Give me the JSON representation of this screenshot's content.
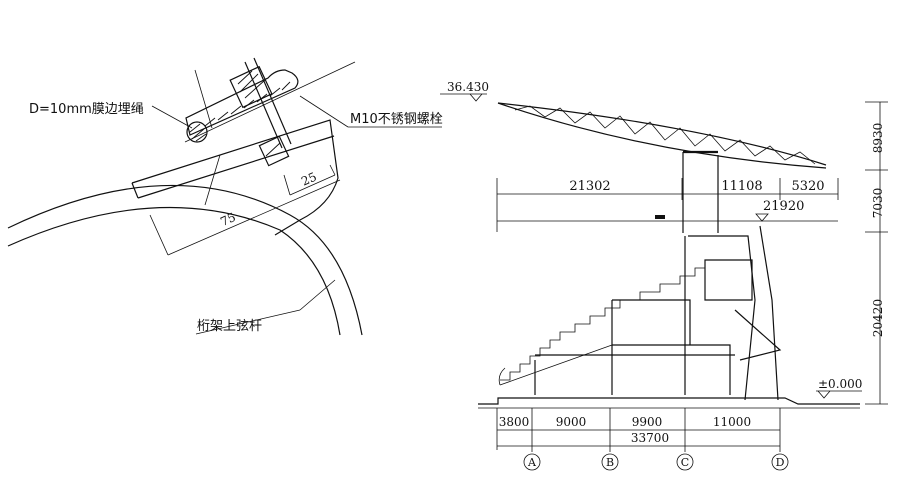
{
  "detail": {
    "rope_label": "D=10mm膜边埋绳",
    "bolt_label": "M10不锈钢螺栓",
    "truss_label": "桁架上弦杆",
    "dim_25": "25",
    "dim_75": "75"
  },
  "section": {
    "top_elevation": "36.430",
    "zero_elevation": "±0.000",
    "elev_21920": "21920",
    "horiz_dims": [
      "21302",
      "11108",
      "5320"
    ],
    "vert_dims": [
      "8930",
      "7030",
      "20420"
    ],
    "bottom_dims": [
      "3800",
      "9000",
      "9900",
      "11000"
    ],
    "total_dim": "33700",
    "axes": [
      "A",
      "B",
      "C",
      "D"
    ]
  }
}
